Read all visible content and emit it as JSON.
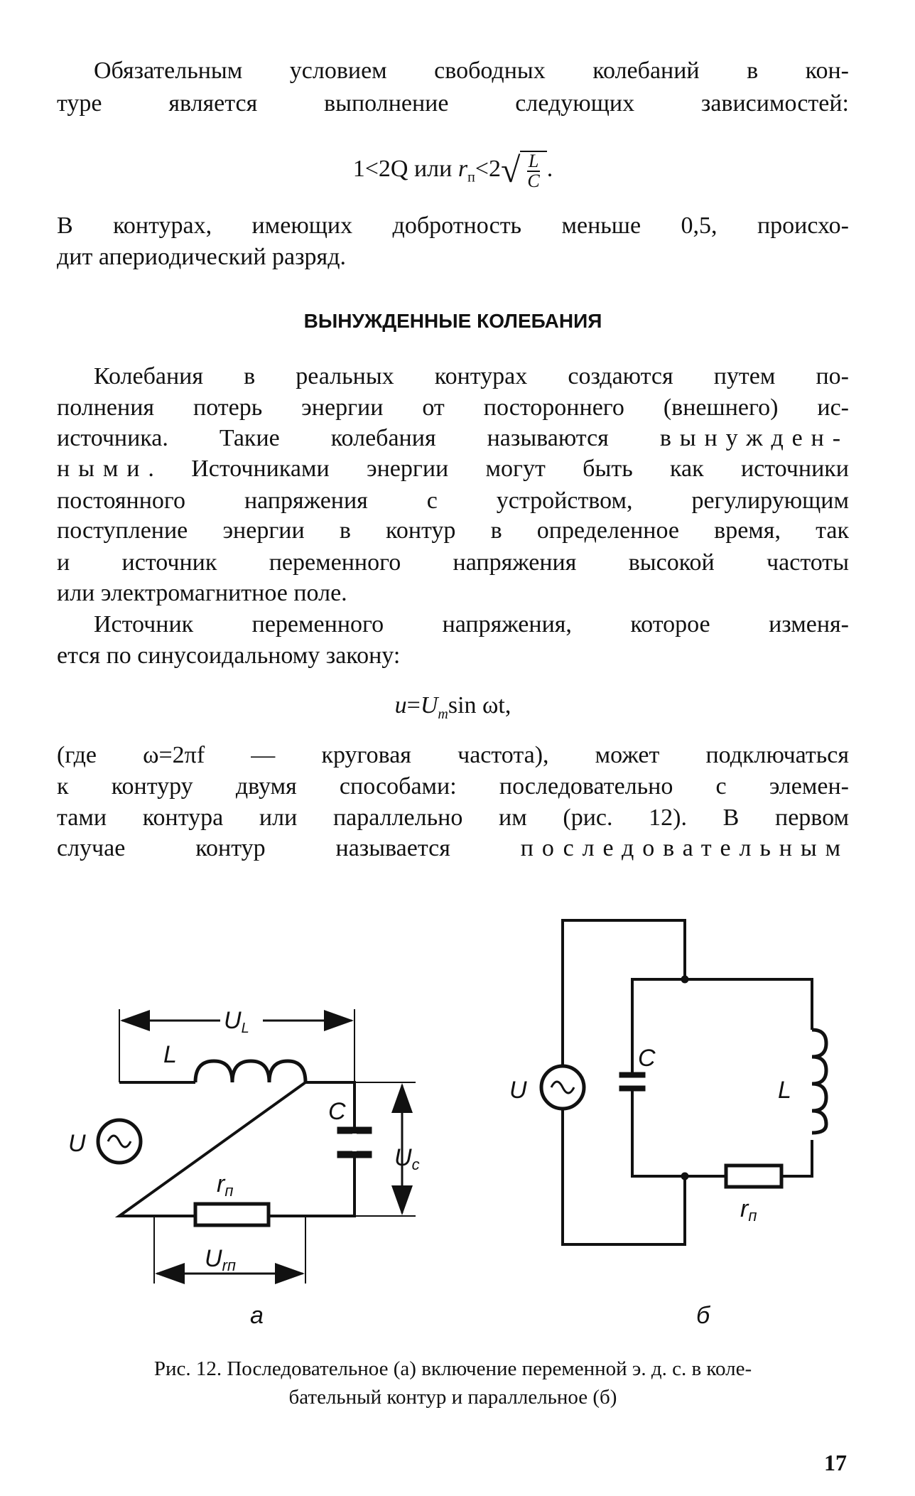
{
  "text": {
    "p1": [
      "Обязательным условием свободных колебаний в кон-",
      "туре является выполнение следующих зависимостей:"
    ],
    "formula1": {
      "left": "1<2Q или ",
      "r": "r",
      "sub": "п",
      "mid": "<2",
      "num": "L",
      "den": "C",
      "end": "."
    },
    "p2": [
      "В контурах, имеющих добротность меньше 0,5, происхо-",
      "дит апериодический разряд."
    ],
    "heading": "ВЫНУЖДЕННЫЕ КОЛЕБАНИЯ",
    "p3": [
      "Колебания в реальных контурах создаются путем по-",
      "полнения потерь энергии от постороннего (внешнего) ис-",
      "источника. Такие колебания называются",
      "вынужден-",
      "ными",
      ". Источниками энергии могут быть как источники",
      "постоянного напряжения с устройством, регулирующим",
      "поступление энергии в контур в определенное время, так",
      "и источник переменного напряжения высокой частоты",
      "или электромагнитное поле."
    ],
    "p4": [
      "Источник переменного напряжения, которое изменя-",
      "ется по синусоидальному закону:"
    ],
    "formula2": {
      "u": "u",
      "eq": "=",
      "U": "U",
      "sub": "m",
      "rest": "sin ωt,"
    },
    "p5": [
      "(где ω=2πf — круговая частота), может подключаться",
      "к контуру двумя способами: последовательно с элемен-",
      "тами контура или параллельно им (рис. 12). В первом",
      "случае контур называется",
      "последовательным"
    ]
  },
  "figure": {
    "a": {
      "UL": "U",
      "UL_sub": "L",
      "L": "L",
      "U": "U",
      "C": "C",
      "Uc": "U",
      "Uc_sub": "c",
      "rn": "r",
      "rn_sub": "п",
      "Urn": "U",
      "Urn_sub": "rп",
      "label": "а"
    },
    "b": {
      "U": "U",
      "C": "C",
      "L": "L",
      "rn": "r",
      "rn_sub": "п",
      "label": "б"
    },
    "caption": [
      "Рис. 12. Последовательное (а) включение переменной э. д. с. в коле-",
      "бательный контур и параллельное (б)"
    ]
  },
  "page_number": "17"
}
